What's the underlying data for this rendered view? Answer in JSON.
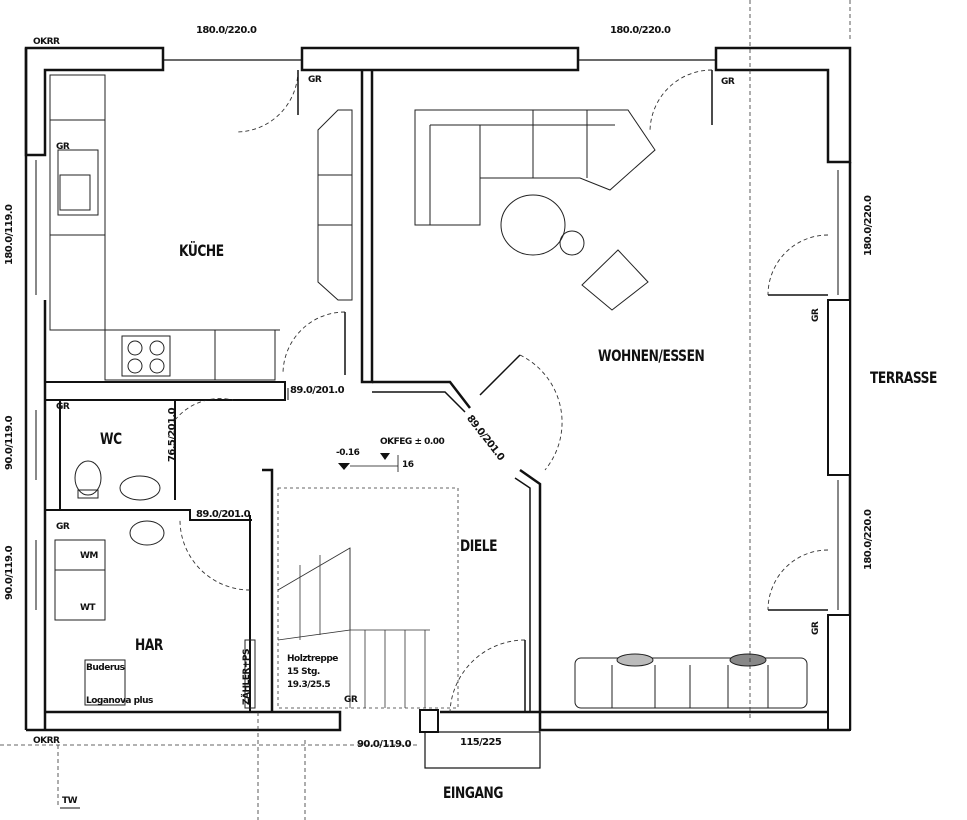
{
  "rooms": {
    "kueche": "KÜCHE",
    "wohnen": "WOHNEN/ESSEN",
    "terrasse": "TERRASSE",
    "wc": "WC",
    "diele": "DIELE",
    "har": "HAR",
    "eingang": "EINGANG"
  },
  "dimensions": {
    "top_left_window": "180.0/220.0",
    "top_right_window": "180.0/220.0",
    "left_kitchen_window": "180.0/119.0",
    "left_wc_window": "90.0/119.0",
    "left_har_window": "90.0/119.0",
    "right_window_upper": "180.0/220.0",
    "right_window_lower": "180.0/220.0",
    "kitchen_door": "89.0/201.0",
    "wc_door": "76.5/201.0",
    "har_door": "89.0/201.0",
    "diele_door": "89.0/201.0",
    "entrance_window": "90.0/119.0",
    "entrance_door": "115/225"
  },
  "markers": {
    "okrr_top": "OKRR",
    "okrr_bottom": "OKRR",
    "gr": "GR",
    "level_minus": "-0.16",
    "level_ok": "OKFEG ± 0.00",
    "step_16": "16",
    "tw": "TW",
    "wm": "WM",
    "wt": "WT",
    "boiler_1": "Buderus",
    "boiler_2": "Loganova plus",
    "zaehler": "ZÄHLER+PS",
    "stair_1": "Holztreppe",
    "stair_2": "15 Stg.",
    "stair_3": "19.3/25.5"
  }
}
